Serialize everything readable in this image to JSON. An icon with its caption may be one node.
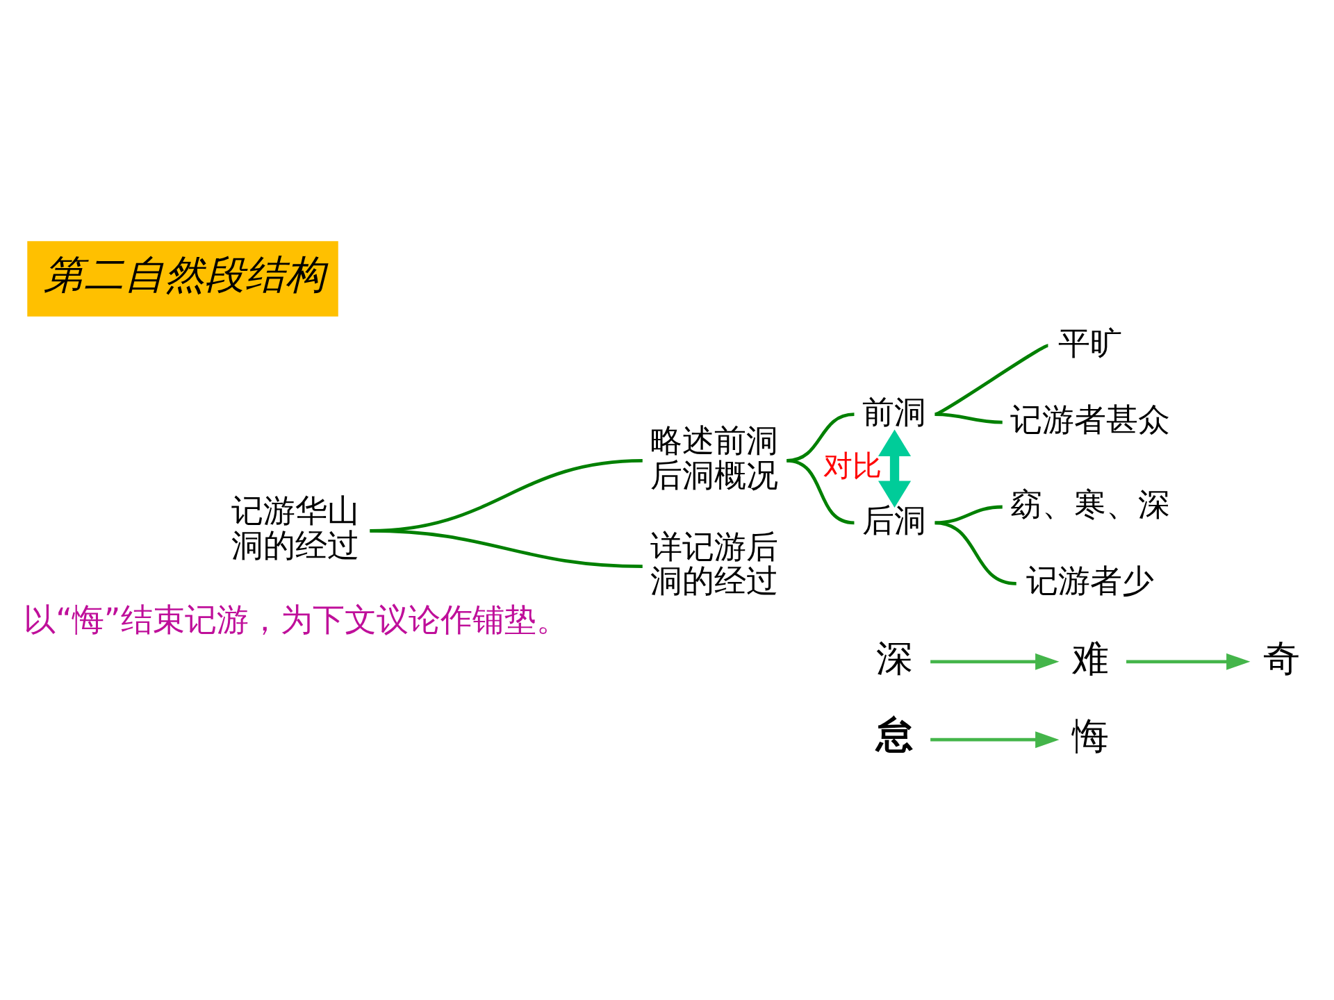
{
  "diagram": {
    "title": "第二自然段结构",
    "nodes": [
      {
        "text": [
          "记游华山洞的经过"
        ]
      },
      {
        "text": [
          "略述前洞后洞概况"
        ]
      },
      {
        "text": [
          "前洞"
        ]
      },
      {
        "text": [
          "平旷"
        ]
      },
      {
        "text": [
          "记游者甚众"
        ]
      },
      {
        "text": [
          "后洞"
        ]
      },
      {
        "text": [
          "窈、寒、深"
        ]
      },
      {
        "text": [
          "记游者少"
        ]
      },
      {
        "text": [
          "详记游后洞的经过"
        ]
      },
      {
        "text": [
          "深"
        ]
      },
      {
        "text": [
          "难"
        ]
      },
      {
        "text": [
          "奇"
        ]
      },
      {
        "text": [
          "怠"
        ]
      },
      {
        "text": [
          "悔"
        ]
      }
    ],
    "edges": [
      {
        "from": 0,
        "to": 1,
        "arrow": "none"
      },
      {
        "from": 0,
        "to": 8,
        "arrow": "none"
      },
      {
        "from": 1,
        "to": 2,
        "arrow": "none"
      },
      {
        "from": 1,
        "to": 5,
        "arrow": "none"
      },
      {
        "from": 2,
        "to": 3,
        "arrow": "none"
      },
      {
        "from": 2,
        "to": 4,
        "arrow": "none"
      },
      {
        "from": 5,
        "to": 6,
        "arrow": "none"
      },
      {
        "from": 5,
        "to": 7,
        "arrow": "none"
      },
      {
        "from": 2,
        "to": 5,
        "arrow": "both",
        "label": "对比",
        "style": "thick",
        "color": "#00cc99"
      },
      {
        "from": 9,
        "to": 10,
        "arrow": "to",
        "color": "#44b54a"
      },
      {
        "from": 10,
        "to": 11,
        "arrow": "to",
        "color": "#44b54a"
      },
      {
        "from": 12,
        "to": 13,
        "arrow": "to",
        "color": "#44b54a"
      }
    ],
    "caption": "以“悔”结束记游，为下文议论作铺垫。"
  }
}
